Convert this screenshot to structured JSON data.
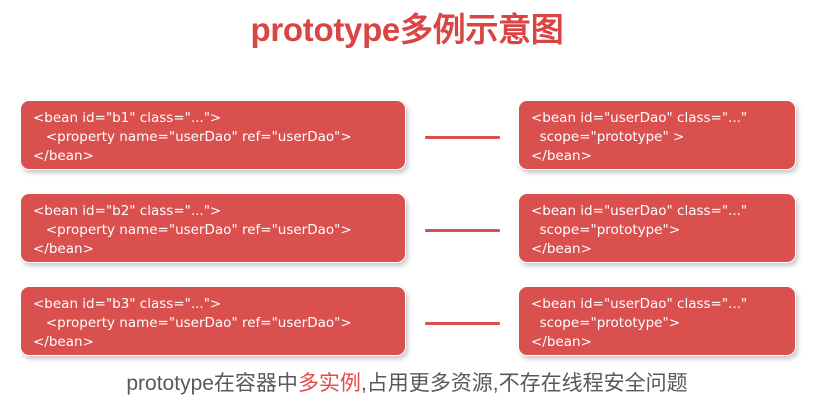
{
  "title": "prototype多例示意图",
  "colors": {
    "title_red": "#d94543",
    "box_red": "#d9504f",
    "connector_red": "#d9504f",
    "caption_gray": "#58595b",
    "caption_highlight_red": "#e04a47",
    "background": "#ffffff"
  },
  "rows": [
    {
      "left_box": {
        "line1": "<bean id=\"b1\" class=\"...\">",
        "line2": "   <property name=\"userDao\" ref=\"userDao\">",
        "line3": "</bean>"
      },
      "connector": "horizontal-line",
      "right_box": {
        "line1": "<bean id=\"userDao\" class=\"...\"",
        "line2": "  scope=\"prototype\" >",
        "line3": "</bean>"
      }
    },
    {
      "left_box": {
        "line1": "<bean id=\"b2\" class=\"...\">",
        "line2": "   <property name=\"userDao\" ref=\"userDao\">",
        "line3": "</bean>"
      },
      "connector": "horizontal-line",
      "right_box": {
        "line1": "<bean id=\"userDao\" class=\"...\"",
        "line2": "  scope=\"prototype\">",
        "line3": "</bean>"
      }
    },
    {
      "left_box": {
        "line1": "<bean id=\"b3\" class=\"...\">",
        "line2": "   <property name=\"userDao\" ref=\"userDao\">",
        "line3": "</bean>"
      },
      "connector": "horizontal-line",
      "right_box": {
        "line1": "<bean id=\"userDao\" class=\"...\"",
        "line2": "  scope=\"prototype\">",
        "line3": "</bean>"
      }
    }
  ],
  "caption": {
    "part1": "prototype在容器中",
    "highlight": "多实例",
    "part2": ",占用更多资源,不存在线程安全问题"
  }
}
